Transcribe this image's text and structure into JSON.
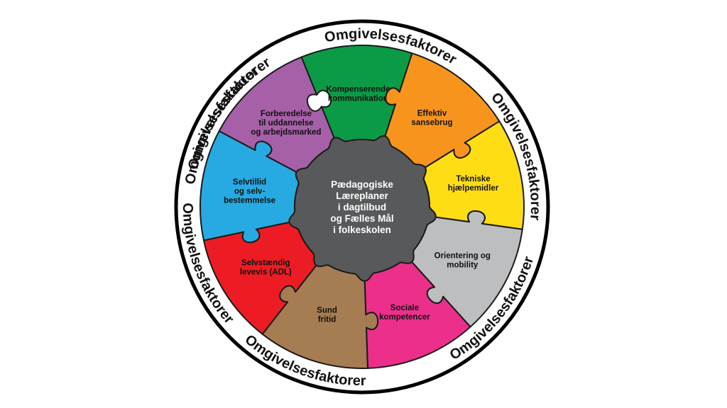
{
  "outer_ring": {
    "labels": [
      "Omgivelsesfaktorer",
      "Omgivelsesfaktorer",
      "Omgivelsesfaktorer",
      "Omgivelsesfaktorer",
      "Omgivelsesfaktorer",
      "Omgivelsesfaktorer",
      "Omgivelsesfaktorer"
    ]
  },
  "center": {
    "lines": [
      "Pædagogiske",
      "Læreplaner",
      "i dagtilbud",
      "og Fælles Mål",
      "i folkeskolen"
    ],
    "color": "#58595b"
  },
  "segments": [
    {
      "lines": [
        "Kompenserende",
        "kommunikation"
      ],
      "color": "#0b9b46"
    },
    {
      "lines": [
        "Effektiv",
        "sansebrug"
      ],
      "color": "#f7941d"
    },
    {
      "lines": [
        "Tekniske",
        "hjælpemidler"
      ],
      "color": "#ffdd15"
    },
    {
      "lines": [
        "Orientering og",
        "mobility"
      ],
      "color": "#bcbec0"
    },
    {
      "lines": [
        "Sociale",
        "kompetencer"
      ],
      "color": "#ec2f8b"
    },
    {
      "lines": [
        "Sund",
        "fritid"
      ],
      "color": "#a67c52"
    },
    {
      "lines": [
        "Selvstændig",
        "levevis (ADL)"
      ],
      "color": "#ed1c24"
    },
    {
      "lines": [
        "Selvtillid",
        "og selv-",
        "bestemmelse"
      ],
      "color": "#27aae1"
    },
    {
      "lines": [
        "Forberedelse",
        "til uddannelse",
        "og arbejdsmarked"
      ],
      "color": "#a660a8"
    }
  ]
}
